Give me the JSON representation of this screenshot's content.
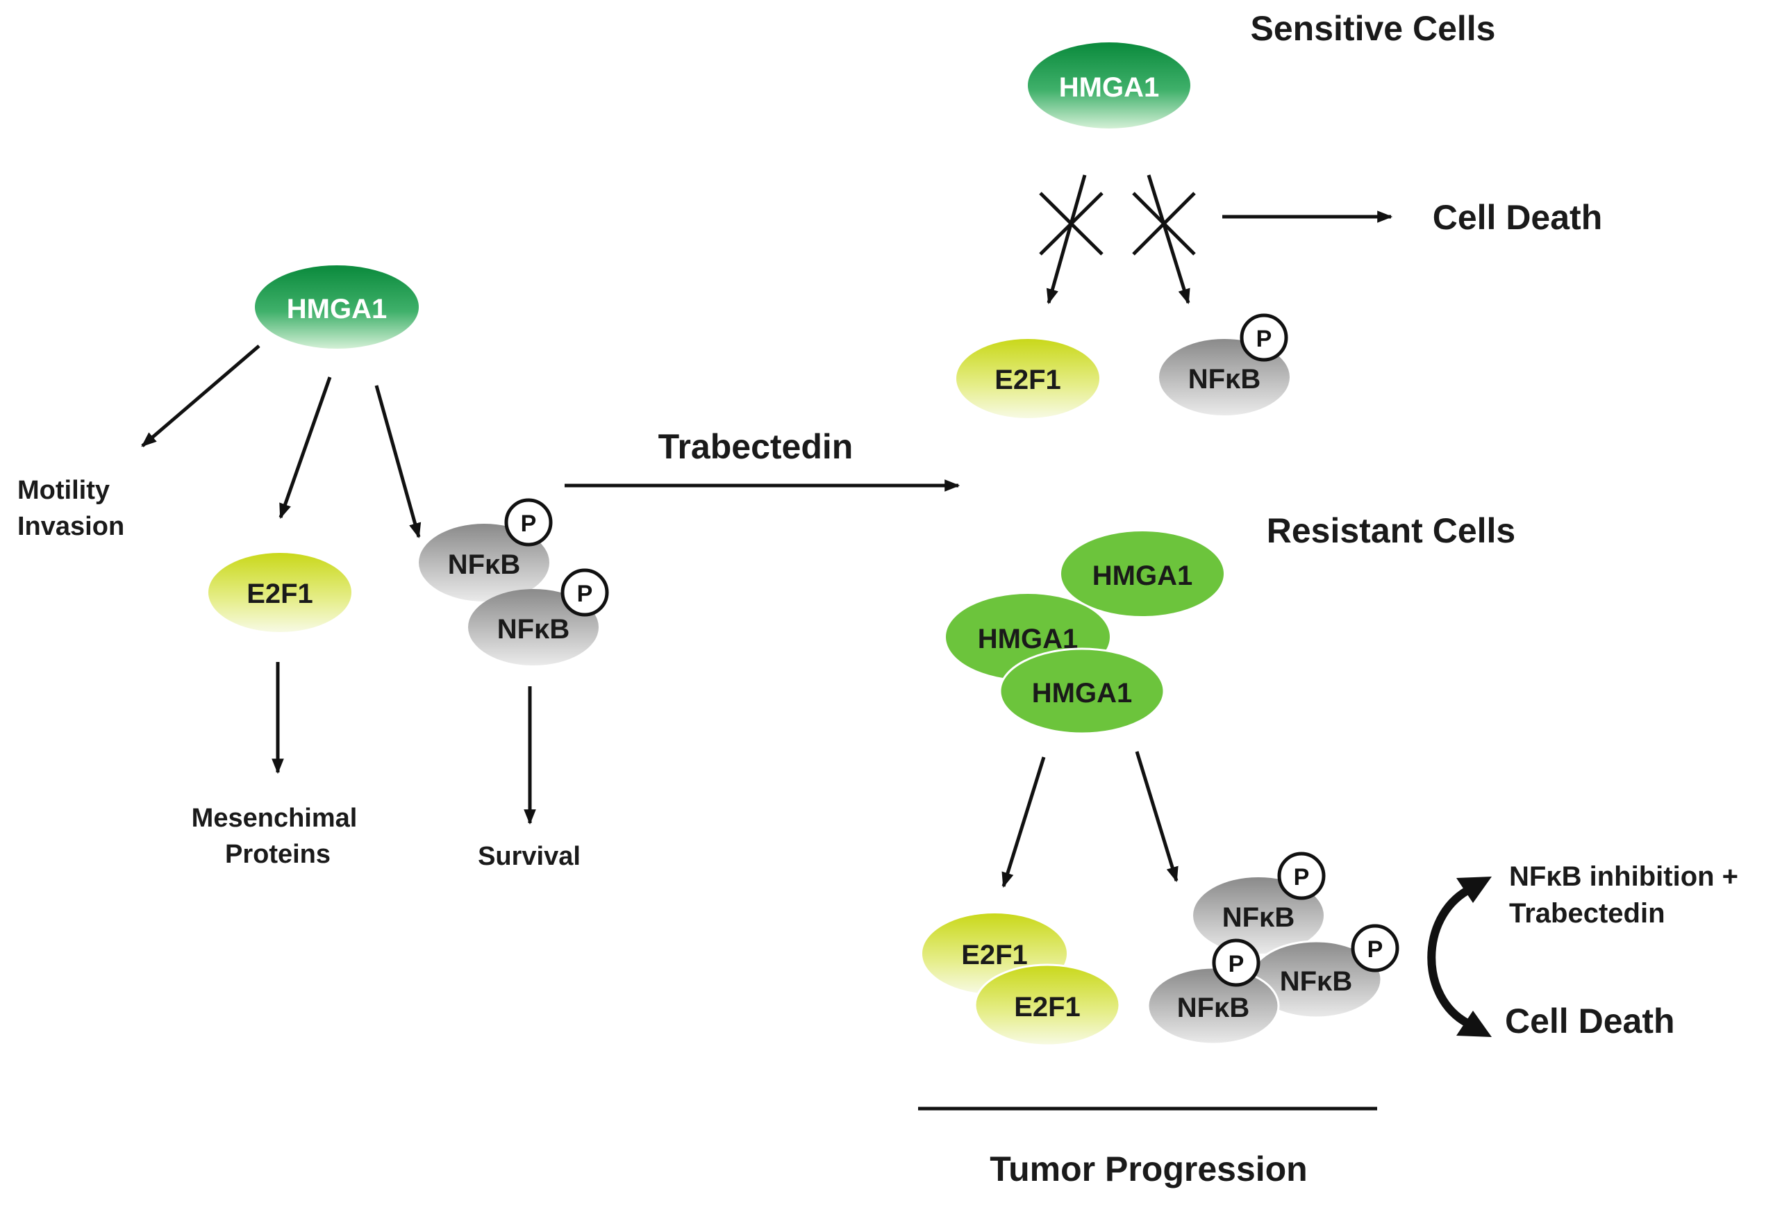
{
  "left": {
    "hmga1": "HMGA1",
    "motility_line1": "Motility",
    "motility_line2": "Invasion",
    "e2f1": "E2F1",
    "nfkb_a": "NFκB",
    "nfkb_b": "NFκB",
    "phospho": "P",
    "mesenchymal_line1": "Mesenchimal",
    "mesenchymal_line2": "Proteins",
    "survival": "Survival"
  },
  "trabectedin": "Trabectedin",
  "sensitive": {
    "title": "Sensitive Cells",
    "hmga1": "HMGA1",
    "cell_death": "Cell Death",
    "e2f1": "E2F1",
    "nfkb": "NFκB",
    "phospho": "P"
  },
  "resistant": {
    "title": "Resistant Cells",
    "hmga1_a": "HMGA1",
    "hmga1_b": "HMGA1",
    "hmga1_c": "HMGA1",
    "e2f1_a": "E2F1",
    "e2f1_b": "E2F1",
    "nfkb_a": "NFκB",
    "nfkb_b": "NFκB",
    "nfkb_c": "NFκB",
    "phospho": "P",
    "combo_line1": "NFκB inhibition +",
    "combo_line2": "Trabectedin",
    "cell_death": "Cell Death"
  },
  "tumor_progression": "Tumor Progression",
  "colors": {
    "hmga1_gradient_top": "#0a8a3c",
    "hmga1_gradient_bottom": "#c8eccc",
    "hmga1_resistant": "#6cc43c",
    "e2f1_top": "#c9d81a",
    "e2f1_bottom": "#f4f8dc",
    "nfkb_top": "#8c8c8c",
    "nfkb_bottom": "#e4e4e4",
    "line": "#111111"
  }
}
